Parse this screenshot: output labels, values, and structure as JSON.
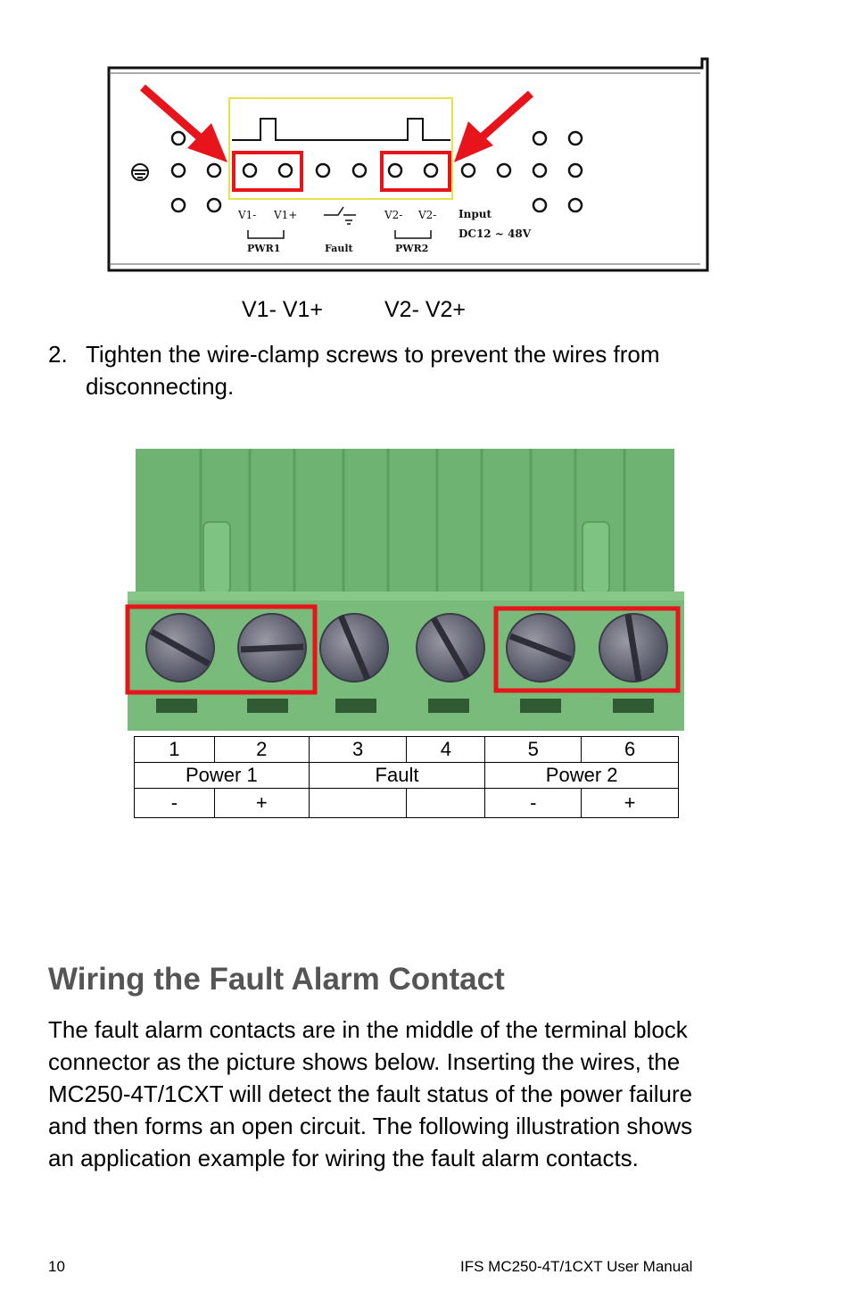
{
  "device_figure": {
    "under_labels": [
      "V1- V1+",
      "V2- V2+"
    ],
    "terminal_labels": [
      "V1-",
      "V1+",
      "V2-",
      "V2-",
      "Input",
      "DC12 ~ 48V",
      "PWR1",
      "Fault",
      "PWR2"
    ]
  },
  "step": {
    "number": "2.",
    "line1": "Tighten the wire-clamp screws to prevent the wires from",
    "line2": "disconnecting."
  },
  "pin_table": {
    "numbers": [
      "1",
      "2",
      "3",
      "4",
      "5",
      "6"
    ],
    "groups": [
      "Power 1",
      "Fault",
      "Power 2"
    ],
    "polarity": [
      "-",
      "+",
      "",
      "",
      "-",
      "+"
    ]
  },
  "section": {
    "title": "Wiring the Fault Alarm Contact",
    "lines": [
      "The fault alarm contacts are in the middle of the terminal block",
      "connector as the picture shows below. Inserting the wires, the",
      "MC250-4T/1CXT will detect the fault status of the power failure",
      "and then forms an open circuit. The following illustration shows",
      "an application example for wiring the fault alarm contacts."
    ]
  },
  "footer": {
    "page_number": "10",
    "manual_title": "IFS MC250-4T/1CXT User Manual"
  },
  "colors": {
    "highlight_red": "#e8141c",
    "connector_green": "#6fb373",
    "heading_gray": "#555555"
  }
}
